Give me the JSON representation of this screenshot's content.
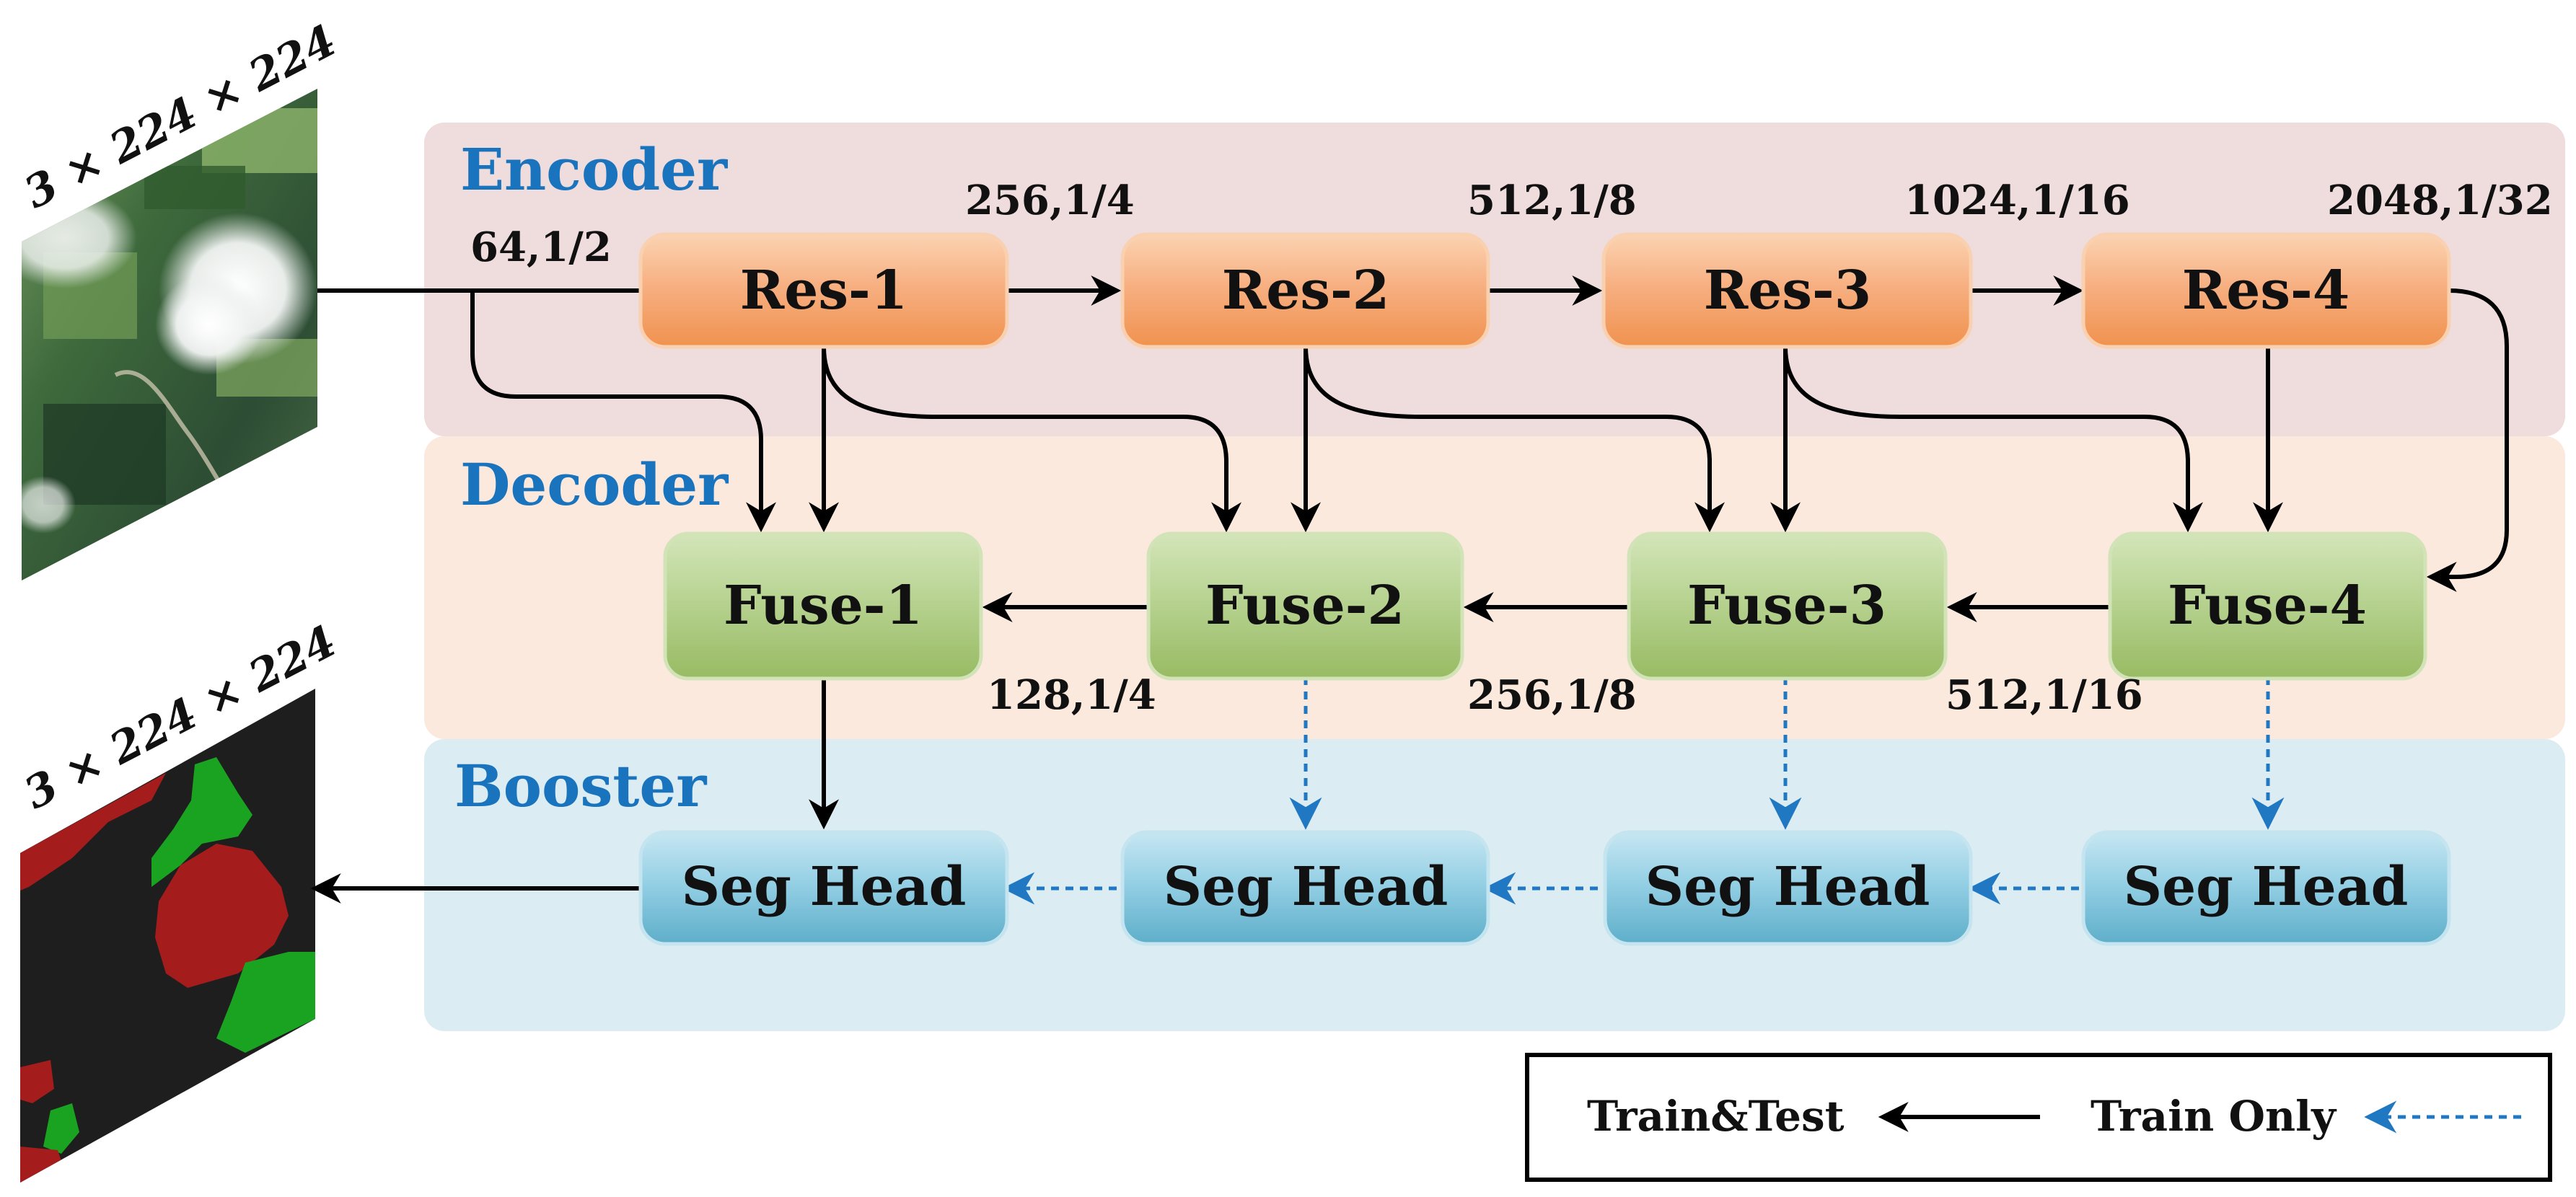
{
  "sections": {
    "encoder": "Encoder",
    "decoder": "Decoder",
    "booster": "Booster"
  },
  "input_image": {
    "shape_label": "3 × 224 × 224"
  },
  "output_mask": {
    "shape_label": "3 × 224 × 224"
  },
  "encoder_blocks": [
    "Res-1",
    "Res-2",
    "Res-3",
    "Res-4"
  ],
  "decoder_blocks": [
    "Fuse-1",
    "Fuse-2",
    "Fuse-3",
    "Fuse-4"
  ],
  "booster_blocks": [
    "Seg Head",
    "Seg Head",
    "Seg Head",
    "Seg Head"
  ],
  "encoder_dims": [
    "64,1/2",
    "256,1/4",
    "512,1/8",
    "1024,1/16",
    "2048,1/32"
  ],
  "decoder_dims": [
    "128,1/4",
    "256,1/8",
    "512,1/16"
  ],
  "legend": {
    "train_test": "Train&Test",
    "train_only": "Train Only"
  },
  "colors": {
    "encoder_bg": "#efdcdc",
    "decoder_bg": "#fbe9dd",
    "booster_bg": "#dbedf3",
    "res_box": "#f4a064",
    "fuse_box": "#a9c77a",
    "seg_box": "#7cc0d8",
    "section_title": "#1a74bd",
    "solid_arrow": "#000000",
    "dashed_arrow": "#1f78c1",
    "mask_background": "#1e1e1e",
    "mask_red": "#a51c1c",
    "mask_green": "#1aa321"
  }
}
